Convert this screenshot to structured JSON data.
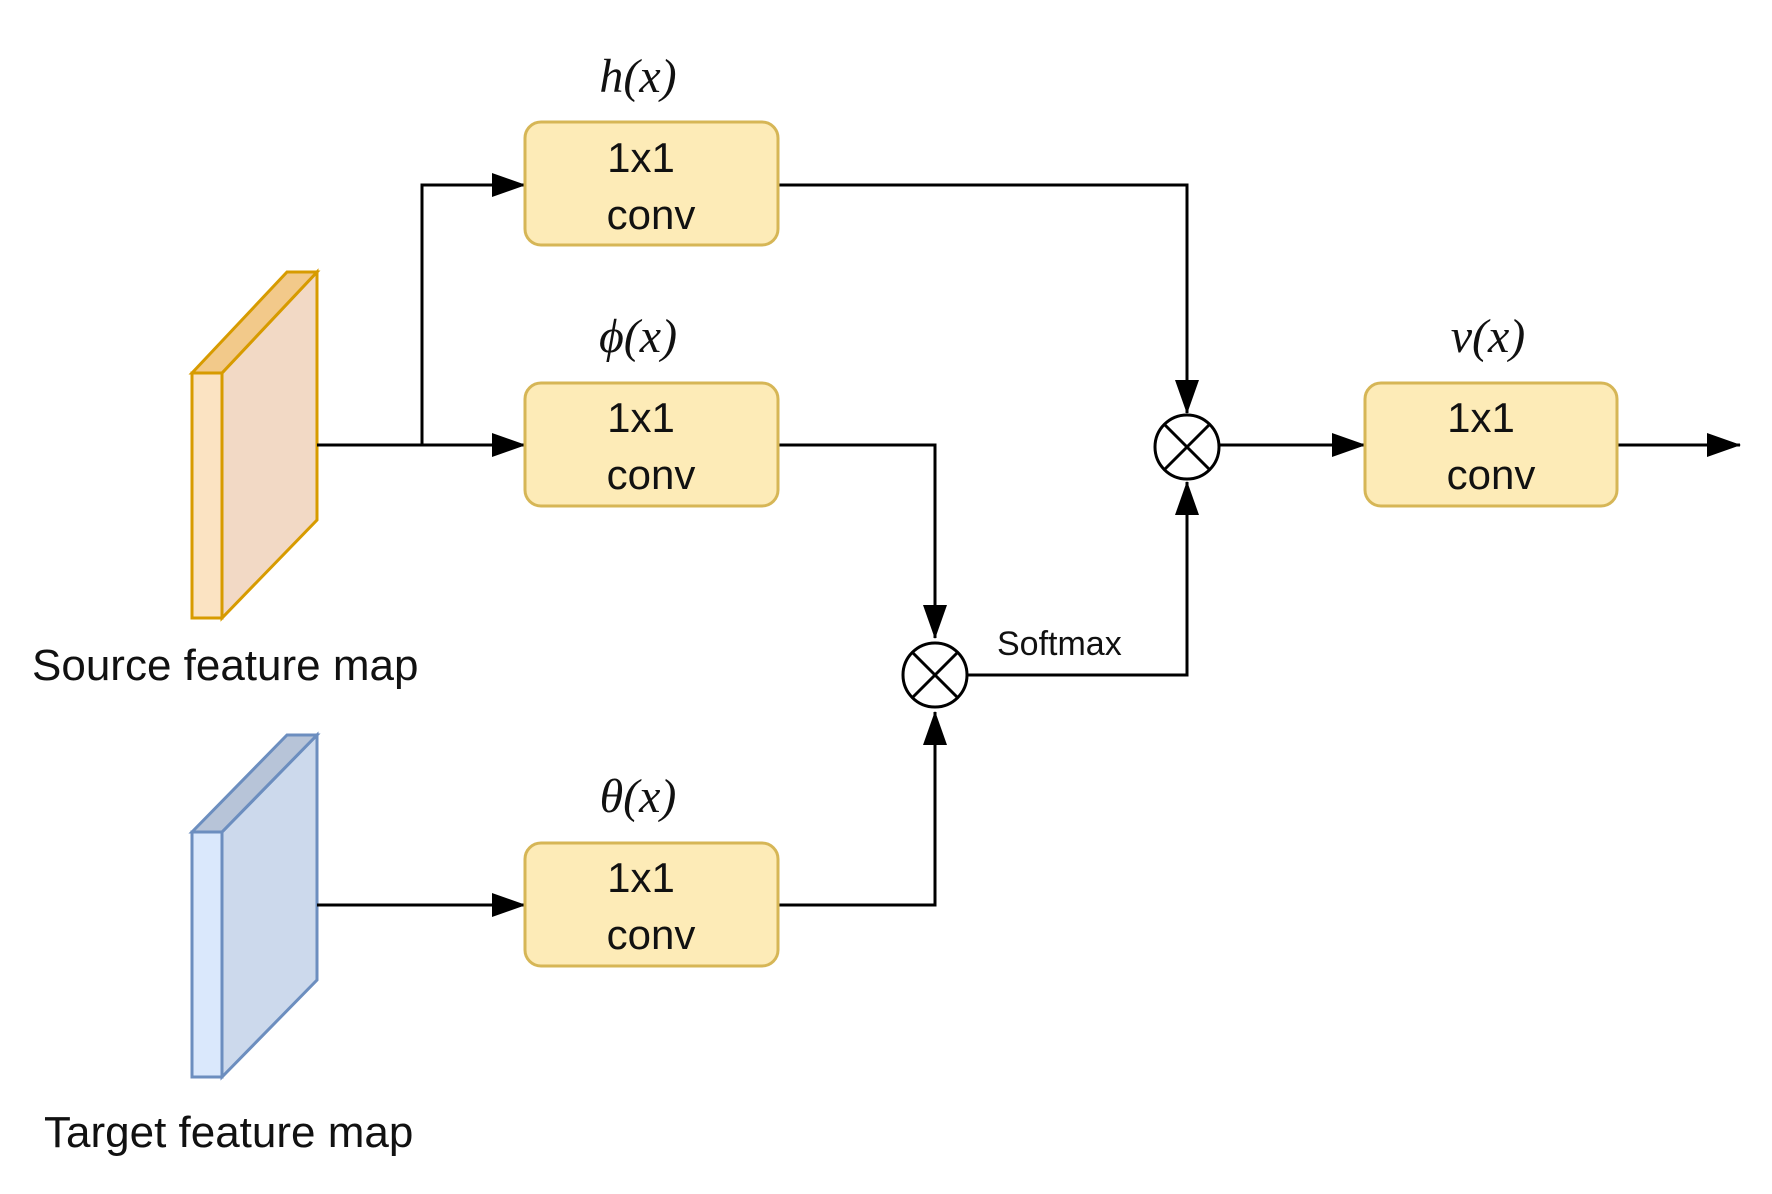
{
  "conv_boxes": {
    "h": {
      "math": "h(x)",
      "line1": "1x1",
      "line2": "conv"
    },
    "phi": {
      "math": "ϕ(x)",
      "line1": "1x1",
      "line2": "conv"
    },
    "theta": {
      "math": "θ(x)",
      "line1": "1x1",
      "line2": "conv"
    },
    "v": {
      "math": "v(x)",
      "line1": "1x1",
      "line2": "conv"
    }
  },
  "feature_maps": {
    "source": {
      "label": "Source feature map"
    },
    "target": {
      "label": "Target feature map"
    }
  },
  "operations": {
    "softmax_label": "Softmax"
  },
  "colors": {
    "conv_fill": "#fdebb7",
    "conv_stroke": "#d6b656",
    "source_front": "#fbe3c2",
    "source_side": "#f2d9c5",
    "source_top": "#f2c98a",
    "source_stroke": "#d79b00",
    "target_front": "#dae8fc",
    "target_side": "#ccd9ec",
    "target_top": "#b7c4d8",
    "target_stroke": "#6c8ebf"
  }
}
